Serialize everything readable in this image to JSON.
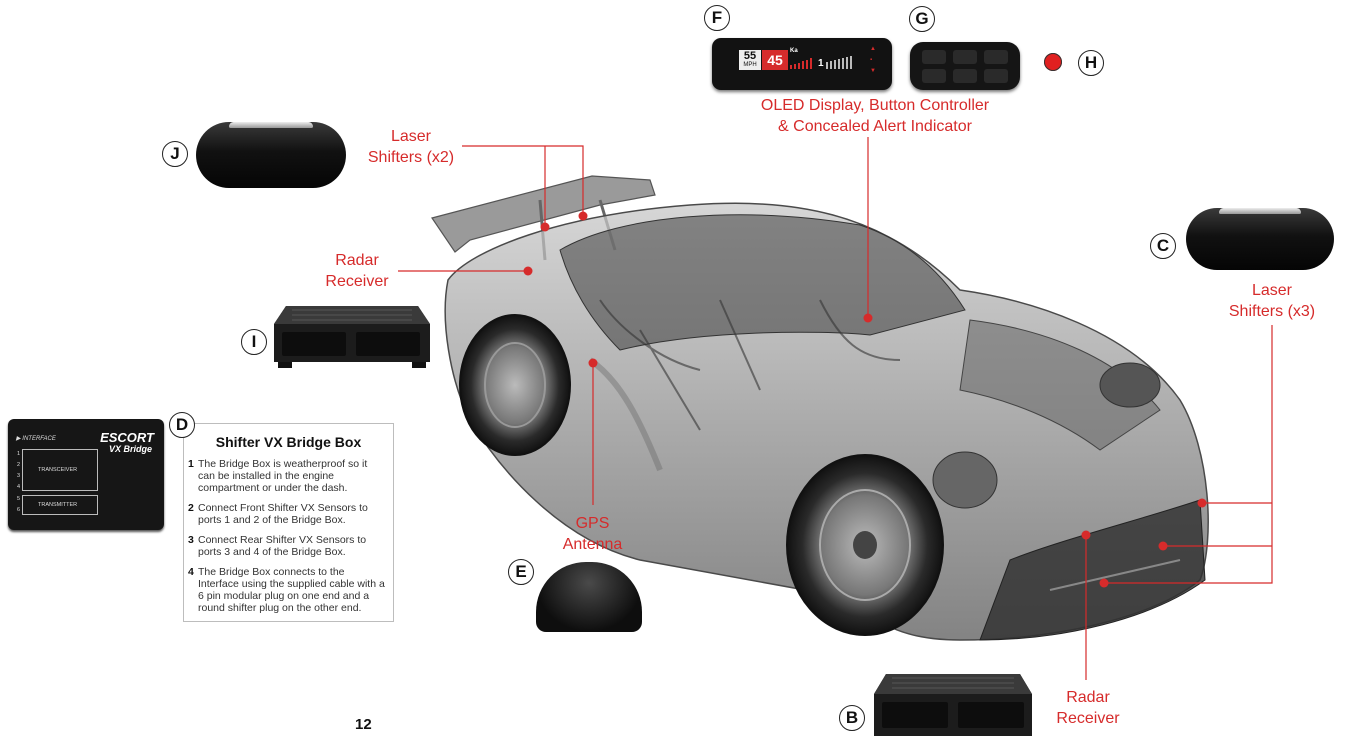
{
  "callouts": {
    "laser_shifters_rear": "Laser\nShifters (x2)",
    "radar_receiver_rear": "Radar\nReceiver",
    "oled": "OLED Display, Button Controller\n& Concealed Alert Indicator",
    "laser_shifters_front": "Laser\nShifters (x3)",
    "gps_antenna": "GPS\nAntenna",
    "radar_receiver_front": "Radar\nReceiver"
  },
  "badges": {
    "J": "J",
    "F": "F",
    "G": "G",
    "H": "H",
    "C": "C",
    "I": "I",
    "D": "D",
    "E": "E",
    "B": "B"
  },
  "bridge_box": {
    "interface_label": "▶ INTERFACE",
    "brand": "ESCORT",
    "product": "VX Bridge",
    "ports": [
      "1",
      "2",
      "3",
      "4",
      "5",
      "6"
    ],
    "transceiver": "TRANSCEIVER",
    "transmitter": "TRANSMITTER"
  },
  "info": {
    "title": "Shifter VX Bridge Box",
    "steps": [
      {
        "num": "1",
        "text": "The Bridge Box is weatherproof so it can be installed in the engine compartment or under the dash."
      },
      {
        "num": "2",
        "text": "Connect Front Shifter VX Sensors to ports 1 and 2 of the Bridge Box."
      },
      {
        "num": "3",
        "text": "Connect Rear Shifter VX Sensors to ports 3 and 4 of the Bridge Box."
      },
      {
        "num": "4",
        "text": "The Bridge Box connects to the Interface using the supplied cable with a 6 pin modular plug on one end and a round shifter plug on the other end."
      }
    ]
  },
  "oled_display": {
    "speed_limit": "55",
    "speed_unit": "MPH",
    "current_speed": "45",
    "band": "Ka",
    "level": "1"
  },
  "page_number": "12",
  "colors": {
    "accent": "#d62b2b",
    "device": "#111111"
  }
}
